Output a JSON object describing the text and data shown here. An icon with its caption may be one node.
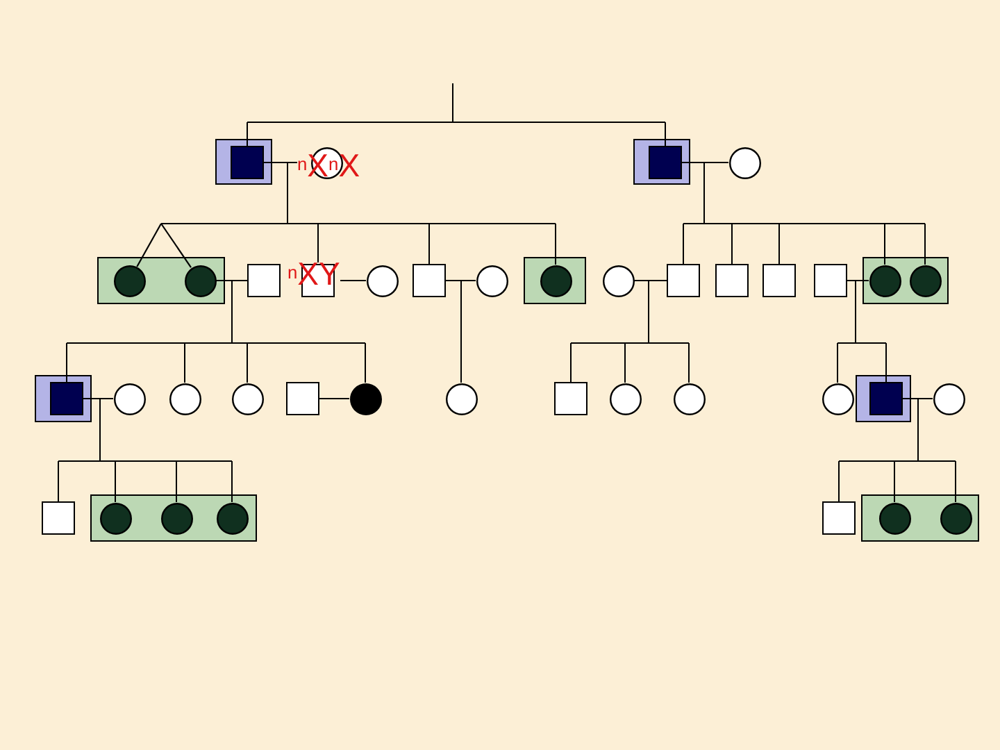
{
  "diagram": {
    "nodes": [
      {
        "text": [],
        "shape": "box"
      },
      {
        "text": [],
        "shape": "square",
        "in": 0
      },
      {
        "text": [
          "$^{n}$X$^{n}$X"
        ]
      },
      {
        "text": [],
        "shape": "box"
      },
      {
        "text": [],
        "shape": "square",
        "in": 3
      },
      {
        "text": [],
        "shape": "circle"
      },
      {
        "text": [],
        "shape": "box"
      },
      {
        "text": [],
        "shape": "circle",
        "in": 6
      },
      {
        "text": [],
        "shape": "circle",
        "in": 6
      },
      {
        "text": [],
        "shape": "square"
      },
      {
        "text": [
          "$^{n}$XY"
        ]
      },
      {
        "text": [],
        "shape": "circle"
      },
      {
        "text": [],
        "shape": "square"
      },
      {
        "text": [],
        "shape": "circle"
      },
      {
        "text": [],
        "shape": "box"
      },
      {
        "text": [],
        "shape": "circle",
        "in": 14
      },
      {
        "text": [],
        "shape": "circle"
      },
      {
        "text": [],
        "shape": "square"
      },
      {
        "text": [],
        "shape": "square"
      },
      {
        "text": [],
        "shape": "square"
      },
      {
        "text": [],
        "shape": "square"
      },
      {
        "text": [],
        "shape": "box"
      },
      {
        "text": [],
        "shape": "circle",
        "in": 21
      },
      {
        "text": [],
        "shape": "circle",
        "in": 21
      },
      {
        "text": [],
        "shape": "box"
      },
      {
        "text": [],
        "shape": "square",
        "in": 24
      },
      {
        "text": [],
        "shape": "circle"
      },
      {
        "text": [],
        "shape": "circle"
      },
      {
        "text": [],
        "shape": "circle"
      },
      {
        "text": [],
        "shape": "square"
      },
      {
        "text": [],
        "shape": "circle"
      },
      {
        "text": [],
        "shape": "circle"
      },
      {
        "text": [],
        "shape": "square"
      },
      {
        "text": [],
        "shape": "circle"
      },
      {
        "text": [],
        "shape": "circle"
      },
      {
        "text": [],
        "shape": "circle"
      },
      {
        "text": [],
        "shape": "box"
      },
      {
        "text": [],
        "shape": "square",
        "in": 36
      },
      {
        "text": [],
        "shape": "circle"
      },
      {
        "text": [],
        "shape": "square"
      },
      {
        "text": [],
        "shape": "box"
      },
      {
        "text": [],
        "shape": "circle",
        "in": 40
      },
      {
        "text": [],
        "shape": "circle",
        "in": 40
      },
      {
        "text": [],
        "shape": "circle",
        "in": 40
      },
      {
        "text": [],
        "shape": "square"
      },
      {
        "text": [],
        "shape": "box"
      },
      {
        "text": [],
        "shape": "circle",
        "in": 45
      },
      {
        "text": [],
        "shape": "circle",
        "in": 45
      }
    ],
    "edges": [
      {
        "from": null,
        "to": 1,
        "arrow": "none"
      },
      {
        "from": null,
        "to": 4,
        "arrow": "none"
      },
      {
        "from": 1,
        "to": 2,
        "arrow": "none"
      },
      {
        "from": 1,
        "to": 7,
        "arrow": "none"
      },
      {
        "from": 2,
        "to": 7,
        "arrow": "none"
      },
      {
        "from": 1,
        "to": 8,
        "arrow": "none"
      },
      {
        "from": 2,
        "to": 8,
        "arrow": "none"
      },
      {
        "from": 1,
        "to": 10,
        "arrow": "none"
      },
      {
        "from": 2,
        "to": 10,
        "arrow": "none"
      },
      {
        "from": 1,
        "to": 12,
        "arrow": "none"
      },
      {
        "from": 2,
        "to": 12,
        "arrow": "none"
      },
      {
        "from": 1,
        "to": 15,
        "arrow": "none"
      },
      {
        "from": 2,
        "to": 15,
        "arrow": "none"
      },
      {
        "from": 4,
        "to": 5,
        "arrow": "none"
      },
      {
        "from": 4,
        "to": 17,
        "arrow": "none"
      },
      {
        "from": 5,
        "to": 17,
        "arrow": "none"
      },
      {
        "from": 4,
        "to": 18,
        "arrow": "none"
      },
      {
        "from": 5,
        "to": 18,
        "arrow": "none"
      },
      {
        "from": 4,
        "to": 19,
        "arrow": "none"
      },
      {
        "from": 5,
        "to": 19,
        "arrow": "none"
      },
      {
        "from": 4,
        "to": 22,
        "arrow": "none"
      },
      {
        "from": 5,
        "to": 22,
        "arrow": "none"
      },
      {
        "from": 4,
        "to": 23,
        "arrow": "none"
      },
      {
        "from": 5,
        "to": 23,
        "arrow": "none"
      },
      {
        "from": 8,
        "to": 9,
        "arrow": "none"
      },
      {
        "from": 8,
        "to": 25,
        "arrow": "none"
      },
      {
        "from": 9,
        "to": 25,
        "arrow": "none"
      },
      {
        "from": 8,
        "to": 27,
        "arrow": "none"
      },
      {
        "from": 9,
        "to": 27,
        "arrow": "none"
      },
      {
        "from": 8,
        "to": 28,
        "arrow": "none"
      },
      {
        "from": 9,
        "to": 28,
        "arrow": "none"
      },
      {
        "from": 8,
        "to": 30,
        "arrow": "none"
      },
      {
        "from": 9,
        "to": 30,
        "arrow": "none"
      },
      {
        "from": 10,
        "to": 11,
        "arrow": "none"
      },
      {
        "from": 12,
        "to": 13,
        "arrow": "none"
      },
      {
        "from": 12,
        "to": 31,
        "arrow": "none"
      },
      {
        "from": 13,
        "to": 31,
        "arrow": "none"
      },
      {
        "from": 16,
        "to": 17,
        "arrow": "none"
      },
      {
        "from": 16,
        "to": 32,
        "arrow": "none"
      },
      {
        "from": 17,
        "to": 32,
        "arrow": "none"
      },
      {
        "from": 16,
        "to": 33,
        "arrow": "none"
      },
      {
        "from": 17,
        "to": 33,
        "arrow": "none"
      },
      {
        "from": 16,
        "to": 34,
        "arrow": "none"
      },
      {
        "from": 17,
        "to": 34,
        "arrow": "none"
      },
      {
        "from": 20,
        "to": 22,
        "arrow": "none"
      },
      {
        "from": 20,
        "to": 35,
        "arrow": "none"
      },
      {
        "from": 22,
        "to": 35,
        "arrow": "none"
      },
      {
        "from": 20,
        "to": 37,
        "arrow": "none"
      },
      {
        "from": 22,
        "to": 37,
        "arrow": "none"
      },
      {
        "from": 25,
        "to": 26,
        "arrow": "none"
      },
      {
        "from": 25,
        "to": 39,
        "arrow": "none"
      },
      {
        "from": 26,
        "to": 39,
        "arrow": "none"
      },
      {
        "from": 25,
        "to": 41,
        "arrow": "none"
      },
      {
        "from": 26,
        "to": 41,
        "arrow": "none"
      },
      {
        "from": 25,
        "to": 42,
        "arrow": "none"
      },
      {
        "from": 26,
        "to": 42,
        "arrow": "none"
      },
      {
        "from": 25,
        "to": 43,
        "arrow": "none"
      },
      {
        "from": 26,
        "to": 43,
        "arrow": "none"
      },
      {
        "from": 29,
        "to": 30,
        "arrow": "none"
      },
      {
        "from": 37,
        "to": 38,
        "arrow": "none"
      },
      {
        "from": 37,
        "to": 44,
        "arrow": "none"
      },
      {
        "from": 38,
        "to": 44,
        "arrow": "none"
      },
      {
        "from": 37,
        "to": 46,
        "arrow": "none"
      },
      {
        "from": 38,
        "to": 46,
        "arrow": "none"
      },
      {
        "from": 37,
        "to": 47,
        "arrow": "none"
      },
      {
        "from": 38,
        "to": 47,
        "arrow": "none"
      }
    ]
  }
}
